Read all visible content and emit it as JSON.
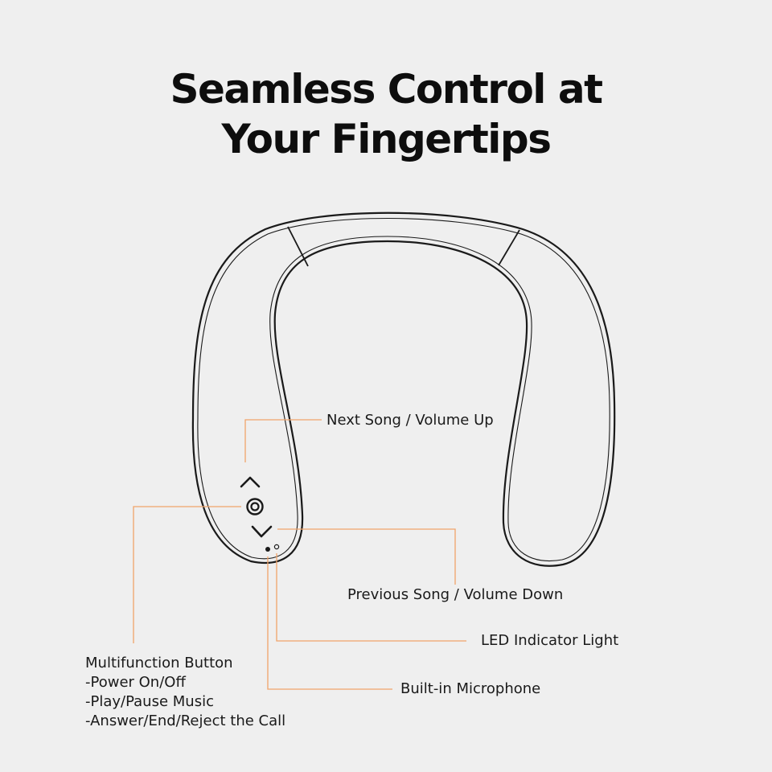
{
  "title": {
    "line1": "Seamless Control at",
    "line2": "Your Fingertips"
  },
  "callouts": {
    "next_song": "Next Song / Volume Up",
    "previous_song": "Previous Song / Volume Down",
    "led": "LED Indicator Light",
    "microphone": "Built-in Microphone",
    "multifunction": {
      "heading": "Multifunction Button",
      "items": [
        "-Power On/Off",
        "-Play/Pause Music",
        "-Answer/End/Reject the Call"
      ]
    }
  },
  "colors": {
    "background": "#efefef",
    "leader_line": "#f0a46a",
    "outline": "#1a1a1a"
  },
  "icons": [
    "up-chevron-icon",
    "multifunction-button-icon",
    "down-chevron-icon",
    "microphone-hole-icon",
    "led-indicator-icon"
  ]
}
